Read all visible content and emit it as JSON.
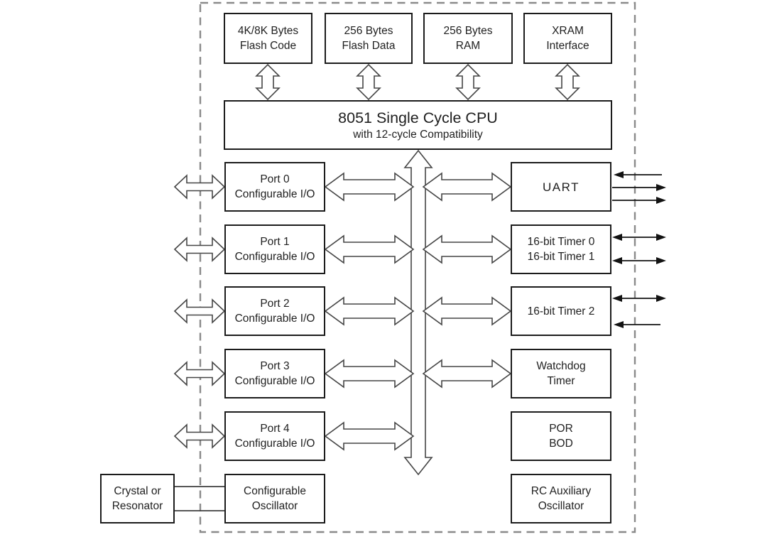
{
  "memory_blocks": [
    {
      "line1": "4K/8K Bytes",
      "line2": "Flash Code"
    },
    {
      "line1": "256 Bytes",
      "line2": "Flash Data"
    },
    {
      "line1": "256 Bytes",
      "line2": "RAM"
    },
    {
      "line1": "XRAM",
      "line2": "Interface"
    }
  ],
  "cpu": {
    "line1": "8051 Single Cycle CPU",
    "line2": "with 12-cycle Compatibility"
  },
  "ports": [
    {
      "line1": "Port 0",
      "line2": "Configurable I/O"
    },
    {
      "line1": "Port 1",
      "line2": "Configurable I/O"
    },
    {
      "line1": "Port 2",
      "line2": "Configurable I/O"
    },
    {
      "line1": "Port 3",
      "line2": "Configurable I/O"
    },
    {
      "line1": "Port 4",
      "line2": "Configurable I/O"
    }
  ],
  "peripherals": {
    "uart": {
      "label": "UART"
    },
    "timer01": {
      "line1": "16-bit Timer 0",
      "line2": "16-bit Timer 1"
    },
    "timer2": {
      "label": "16-bit Timer 2"
    },
    "watchdog": {
      "line1": "Watchdog",
      "line2": "Timer"
    },
    "por_bod": {
      "line1": "POR",
      "line2": "BOD"
    },
    "rc_aux": {
      "line1": "RC Auxiliary",
      "line2": "Oscillator"
    }
  },
  "oscillator": {
    "crystal": {
      "line1": "Crystal or",
      "line2": "Resonator"
    },
    "configurable": {
      "line1": "Configurable",
      "line2": "Oscillator"
    }
  },
  "colors": {
    "background": "#ffffff",
    "text": "#1f1f1f",
    "box_border": "#1c1c1c",
    "arrow_outline": "#454545",
    "thin_arrow": "#121212",
    "dashed_border": "#8a8a8a",
    "connection_line": "#3f3f3f"
  }
}
